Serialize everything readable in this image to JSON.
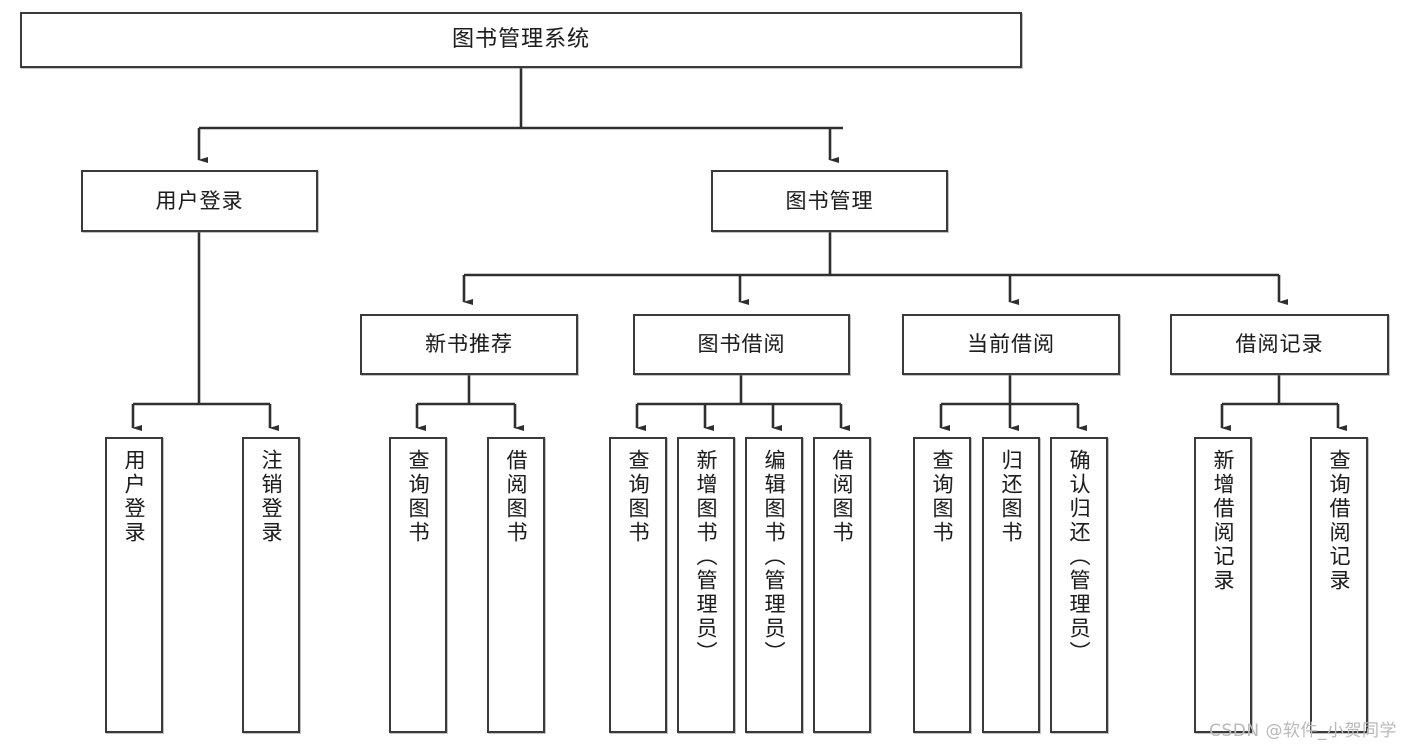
{
  "diagram": {
    "title": "图书管理系统",
    "watermark": "CSDN @软件_小贺同学",
    "levels": {
      "root": {
        "label": "图书管理系统"
      },
      "level2": [
        {
          "label": "用户登录"
        },
        {
          "label": "图书管理"
        }
      ],
      "level3": [
        {
          "label": "新书推荐"
        },
        {
          "label": "图书借阅"
        },
        {
          "label": "当前借阅"
        },
        {
          "label": "借阅记录"
        }
      ],
      "leaves": {
        "user_login": [
          {
            "label": "用户登录"
          },
          {
            "label": "注销登录"
          }
        ],
        "new_book_recommend": [
          {
            "label": "查询图书"
          },
          {
            "label": "借阅图书"
          }
        ],
        "book_borrow": [
          {
            "label": "查询图书"
          },
          {
            "label": "新增图书（管理员）"
          },
          {
            "label": "编辑图书（管理员）"
          },
          {
            "label": "借阅图书"
          }
        ],
        "current_borrow": [
          {
            "label": "查询图书"
          },
          {
            "label": "归还图书"
          },
          {
            "label": "确认归还（管理员）"
          }
        ],
        "borrow_record": [
          {
            "label": "新增借阅记录"
          },
          {
            "label": "查询借阅记录"
          }
        ]
      }
    },
    "colors": {
      "border": "#3a3a3a",
      "text": "#1d1d1d",
      "background": "#ffffff",
      "watermark": "#b9b9b9"
    }
  }
}
